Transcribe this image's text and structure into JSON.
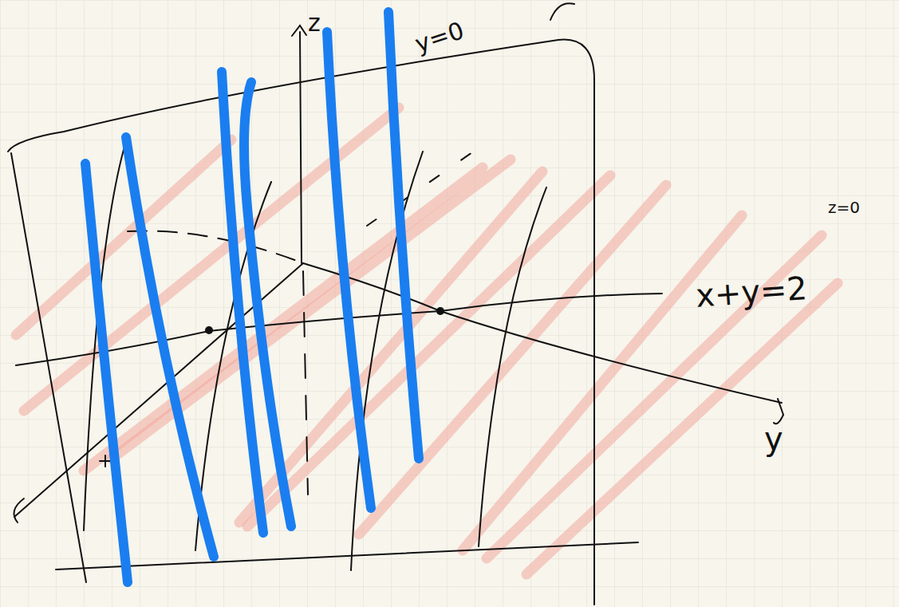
{
  "diagram": {
    "labels": [
      "z",
      "y=0",
      "x+y=2",
      "z=0",
      "y"
    ]
  }
}
